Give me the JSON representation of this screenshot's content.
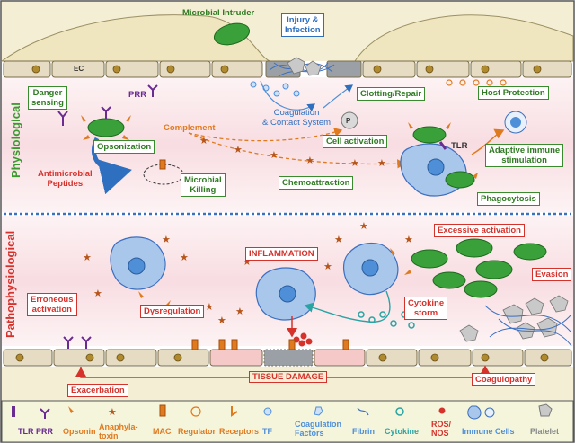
{
  "sections": {
    "physiological": "Physiological",
    "pathophysiological": "Pathophysiological"
  },
  "labels": {
    "microbial_intruder": "Microbial Intruder",
    "injury_infection": "Injury &\nInfection",
    "ec": "EC",
    "danger_sensing": "Danger\nsensing",
    "prr": "PRR",
    "opsonization": "Opsonization",
    "complement": "Complement",
    "antimicrobial_peptides": "Antimicrobial\nPeptides",
    "microbial_killing": "Microbial\nKilling",
    "coagulation_contact": "Coagulation\n& Contact System",
    "clotting_repair": "Clotting/Repair",
    "host_protection": "Host Protection",
    "p": "P",
    "cell_activation": "Cell activation",
    "tlr": "TLR",
    "adaptive_immune": "Adaptive immune\nstimulation",
    "chemoattraction": "Chemoattraction",
    "phagocytosis": "Phagocytosis",
    "excessive_activation": "Excessive activation",
    "inflammation": "INFLAMMATION",
    "erroneous_activation": "Erroneous\nactivation",
    "dysregulation": "Dysregulation",
    "cytokine_storm": "Cytokine\nstorm",
    "evasion": "Evasion",
    "tissue_damage": "TISSUE DAMAGE",
    "exacerbation": "Exacerbation",
    "coagulopathy": "Coagulopathy"
  },
  "legend": [
    {
      "label": "TLR",
      "color": "#6a2c91"
    },
    {
      "label": "PRR",
      "color": "#6a2c91"
    },
    {
      "label": "Opsonin",
      "color": "#e07a1f"
    },
    {
      "label": "Anaphyla-\ntoxin",
      "color": "#e07a1f"
    },
    {
      "label": "MAC",
      "color": "#e07a1f"
    },
    {
      "label": "Regulator",
      "color": "#e07a1f"
    },
    {
      "label": "Receptors",
      "color": "#e07a1f"
    },
    {
      "label": "TF",
      "color": "#4f8fd8"
    },
    {
      "label": "Coagulation\nFactors",
      "color": "#4f8fd8"
    },
    {
      "label": "Fibrin",
      "color": "#4f8fd8"
    },
    {
      "label": "Cytokine",
      "color": "#2aa3a3"
    },
    {
      "label": "ROS/\nNOS",
      "color": "#d6322c"
    },
    {
      "label": "Immune Cells",
      "color": "#4f8fd8"
    },
    {
      "label": "Platelet",
      "color": "#888888"
    }
  ],
  "colors": {
    "physiology_bg": "#fbe9ec",
    "patho_bg": "#fbe9ec",
    "endothelium": "#e6dcc4",
    "tissue": "#f4efd4",
    "microbe": "#3aa03a",
    "immune_cell": "#a9c7ea",
    "orange": "#e07a1f",
    "red": "#d6322c",
    "green_text": "#2f7a22",
    "blue_text": "#2e6fbf"
  }
}
